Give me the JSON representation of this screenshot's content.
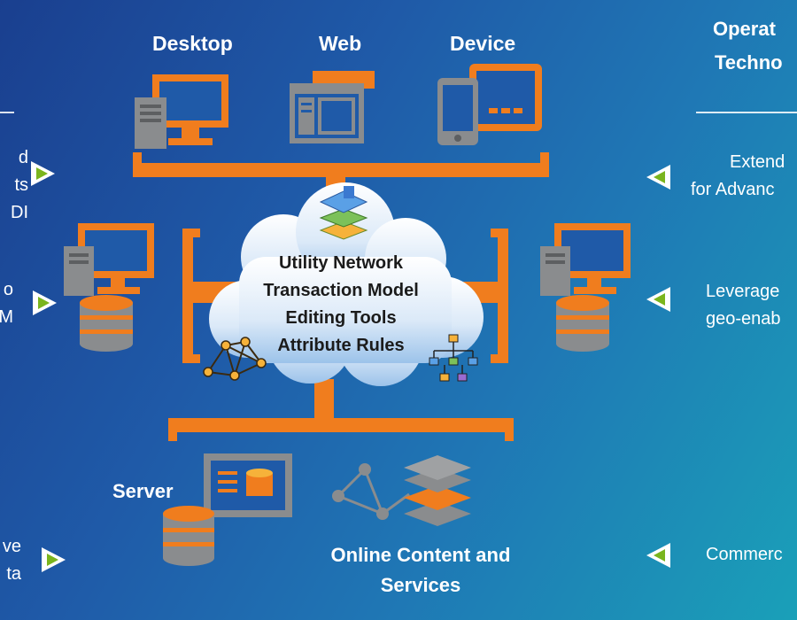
{
  "top_labels": {
    "desktop": "Desktop",
    "web": "Web",
    "device": "Device"
  },
  "cloud_lines": [
    "Utility Network",
    "Transaction Model",
    "Editing Tools",
    "Attribute Rules"
  ],
  "bottom_labels": {
    "server": "Server",
    "online_line1": "Online Content and",
    "online_line2": "Services"
  },
  "right_heading": {
    "line1": "Operat",
    "line2": "Techno"
  },
  "left_text": {
    "item1": [
      "d",
      "ts",
      "DI"
    ],
    "item2": [
      "o",
      "M"
    ],
    "item3": [
      "ve",
      "ta"
    ]
  },
  "right_text": {
    "item1": [
      "Extend",
      "for Advanc"
    ],
    "item2": [
      "Leverage",
      "geo-enab"
    ],
    "item3": [
      "Commerc"
    ]
  },
  "colors": {
    "accent": "#F07D1E",
    "gray": "#8A8C8E",
    "arrow_green": "#7AB51D",
    "text": "#FFFFFF"
  }
}
